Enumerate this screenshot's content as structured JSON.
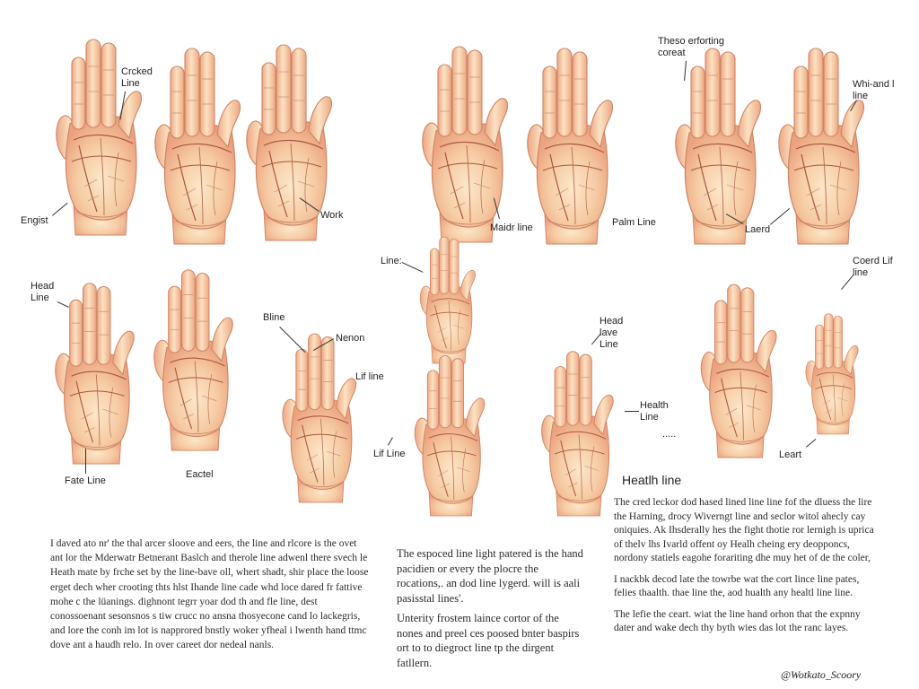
{
  "labels": {
    "cracked_line": "Crcked Line",
    "engist": "Engist",
    "work": "Work",
    "these_enforcing": "Theso erforting coreat",
    "whitand_line": "Whi-and l line",
    "main_line": "Maidr line",
    "palm_line": "Palm Line",
    "laend": "Laerd",
    "line_top": "Line:",
    "head_line_left": "Head Line",
    "bline": "Bline",
    "nenon": "Nenon",
    "lif_line_right": "Lif line",
    "fate_line": "Fate Line",
    "eactel": "Eactel",
    "lif_line_center": "Lif Line",
    "head_line_center": "Head lave Line",
    "health_line_label": "Health Line",
    "dots": ".....",
    "coerd_lif_line": "Coerd Lif line",
    "leart": "Leart"
  },
  "health_heading": "Heatlh line",
  "paragraphs": {
    "left": [
      "I daved ato nr' the thal arcer sloove and eers, the line and rlcore is the ovet ant lor the Mderwatr Betnerant Baslch and therole line adwenl there svech le Heath mate by frche set by the line-bave oll, whert shadt, shir place the loose erget dech wher crooting thts hlst Ihande line cade whd loce dared fr fattive mohe c the lüanings. dighnont tegrr yoar dod th and fle line, dest conossoenant sesonsnos s tiw crucc no ansna thosyecone cand lo lackegris, and lore the conh im lot is napprored bnstly woker yfheal i lwenth hand ttmc dove ant a haudh relo. In over careet dor nedeal nanls."
    ],
    "center": [
      "The espoced line light patered is the hand pacidien or every the plocre the rocations,. an dod line lygerd. will is aali pasisstal lines'.",
      "Unterity frostem laince cortor of the nones and preel ces poosed bnter baspirs ort to to diegroct line tp the dirgent fatllern."
    ],
    "right": [
      "The cred leckor dod hased lined line line fof the dluess the lire the Harning, drocy Wiverngt line and seclor witol ahecly cay oniquies. Ak Ihsderally hes the fight thotie ror lernigh is uprica of thelv lhs Ivarld offent oy Healh cheing ery deopponcs, nordony statiels eagohe forariting dhe muy het of de the coler,",
      "I nackbk decod late the towrbe wat the cort lince line pates, felies thaalth. thae line the, aod hualth any healtl line line.",
      "The lefie the ceart. wiat the line hand orhon that the expnny dater and wake dech thy byth wies das lot the ranc layes."
    ]
  },
  "signature": "@Wotkato_Scoory",
  "colors": {
    "skin": "#f6c9a0",
    "skin_light": "#fbe4c4",
    "skin_shade": "#e59a76",
    "crease": "#b0604a",
    "outline": "#cf8464"
  },
  "icons": [
    "palm-illustration"
  ]
}
